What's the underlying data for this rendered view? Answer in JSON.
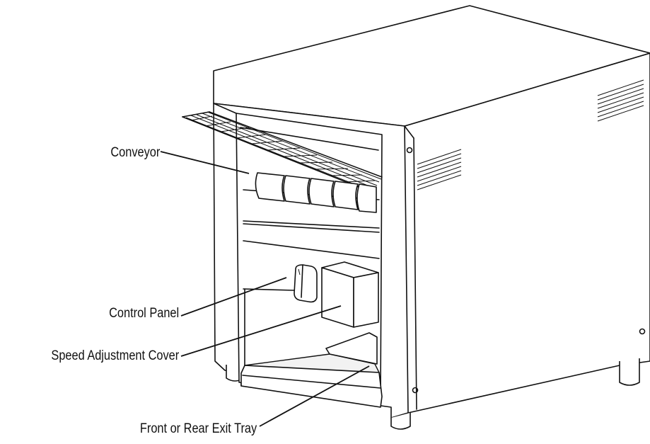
{
  "callouts": {
    "conveyor": "Conveyor",
    "control_panel": "Control Panel",
    "speed_adjustment_cover": "Speed Adjustment Cover",
    "exit_tray": "Front or Rear Exit Tray"
  },
  "colors": {
    "line": "#111111",
    "background": "#ffffff"
  }
}
